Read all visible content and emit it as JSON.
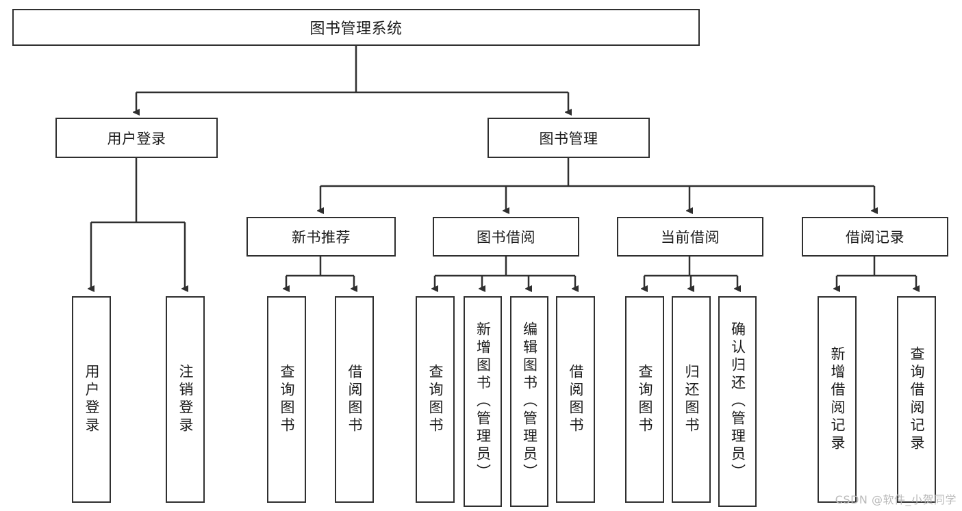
{
  "diagram": {
    "title": "图书管理系统",
    "watermark": "CSDN @软件_小贺同学",
    "colors": {
      "box_border": "#2f2f2f",
      "box_fill": "#ffffff",
      "connector": "#2f2f2f",
      "text": "#1c1c1c",
      "watermark": "#b9b9b9",
      "background": "#ffffff"
    },
    "levels": {
      "level1": [
        {
          "id": "root",
          "label": "图书管理系统",
          "orientation": "horizontal"
        }
      ],
      "level2": [
        {
          "id": "user-login",
          "label": "用户登录",
          "orientation": "horizontal"
        },
        {
          "id": "book-management",
          "label": "图书管理",
          "orientation": "horizontal"
        }
      ],
      "level3": [
        {
          "id": "new-book-recommend",
          "label": "新书推荐",
          "orientation": "horizontal"
        },
        {
          "id": "book-borrow",
          "label": "图书借阅",
          "orientation": "horizontal"
        },
        {
          "id": "current-borrow",
          "label": "当前借阅",
          "orientation": "horizontal"
        },
        {
          "id": "borrow-record",
          "label": "借阅记录",
          "orientation": "horizontal"
        }
      ],
      "level4": [
        {
          "id": "leaf-user-login",
          "label": "用户登录",
          "orientation": "vertical",
          "parent": "user-login"
        },
        {
          "id": "leaf-logout-login",
          "label": "注销登录",
          "orientation": "vertical",
          "parent": "user-login"
        },
        {
          "id": "leaf-query-book-1",
          "label": "查询图书",
          "orientation": "vertical",
          "parent": "new-book-recommend"
        },
        {
          "id": "leaf-borrow-book-1",
          "label": "借阅图书",
          "orientation": "vertical",
          "parent": "new-book-recommend"
        },
        {
          "id": "leaf-query-book-2",
          "label": "查询图书",
          "orientation": "vertical",
          "parent": "book-borrow"
        },
        {
          "id": "leaf-add-book",
          "label": "新增图书（管理员）",
          "orientation": "vertical",
          "parent": "book-borrow"
        },
        {
          "id": "leaf-edit-book",
          "label": "编辑图书（管理员）",
          "orientation": "vertical",
          "parent": "book-borrow"
        },
        {
          "id": "leaf-borrow-book-2",
          "label": "借阅图书",
          "orientation": "vertical",
          "parent": "book-borrow"
        },
        {
          "id": "leaf-query-book-3",
          "label": "查询图书",
          "orientation": "vertical",
          "parent": "current-borrow"
        },
        {
          "id": "leaf-return-book",
          "label": "归还图书",
          "orientation": "vertical",
          "parent": "current-borrow"
        },
        {
          "id": "leaf-confirm-return",
          "label": "确认归还（管理员）",
          "orientation": "vertical",
          "parent": "current-borrow"
        },
        {
          "id": "leaf-add-record",
          "label": "新增借阅记录",
          "orientation": "vertical",
          "parent": "borrow-record"
        },
        {
          "id": "leaf-query-record",
          "label": "查询借阅记录",
          "orientation": "vertical",
          "parent": "borrow-record"
        }
      ]
    }
  }
}
